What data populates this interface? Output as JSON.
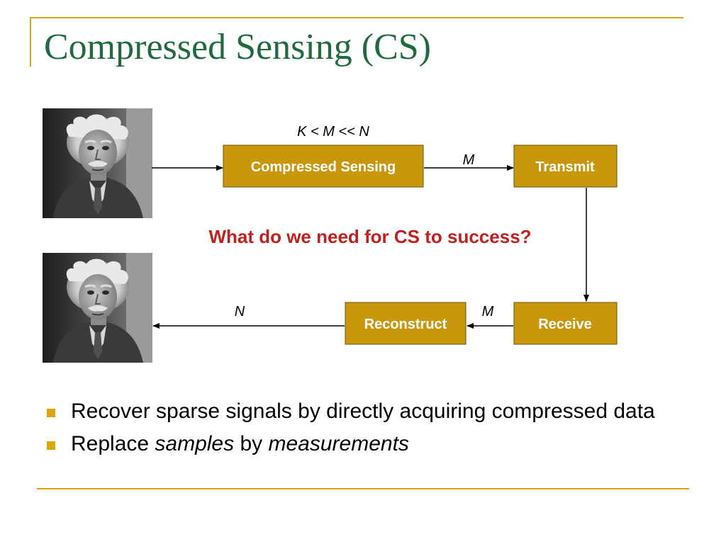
{
  "slide": {
    "title": "Compressed Sensing (CS)"
  },
  "colors": {
    "accent": "#d6a70f",
    "box_fill": "#c9960c",
    "title": "#1f6b3e",
    "question": "#c0201e"
  },
  "diagram": {
    "nodes": [
      {
        "id": "compressed-sensing",
        "label": "Compressed Sensing"
      },
      {
        "id": "transmit",
        "label": "Transmit"
      },
      {
        "id": "receive",
        "label": "Receive"
      },
      {
        "id": "reconstruct",
        "label": "Reconstruct"
      }
    ],
    "edges": [
      {
        "from": "input-image",
        "to": "compressed-sensing",
        "label": ""
      },
      {
        "from": "compressed-sensing",
        "to": "transmit",
        "label": "M"
      },
      {
        "from": "transmit",
        "to": "receive",
        "label": ""
      },
      {
        "from": "receive",
        "to": "reconstruct",
        "label": "M"
      },
      {
        "from": "reconstruct",
        "to": "output-image",
        "label": "N"
      }
    ],
    "condition_label": "K < M << N",
    "question": "What do we need for CS to success?",
    "images": [
      {
        "id": "input-image",
        "icon": "portrait-photo"
      },
      {
        "id": "output-image",
        "icon": "portrait-photo"
      }
    ]
  },
  "bullets": [
    {
      "text": "Recover sparse signals by directly acquiring compressed data"
    },
    {
      "prefix": "Replace ",
      "em1": "samples",
      "middle": " by ",
      "em2": "measurements"
    }
  ]
}
